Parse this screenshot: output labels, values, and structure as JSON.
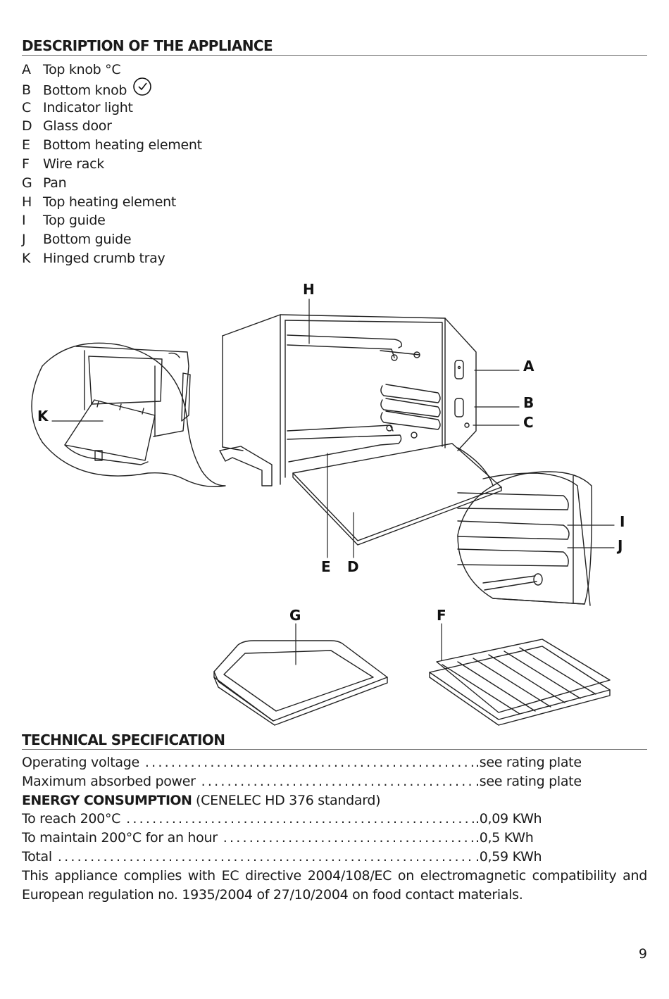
{
  "description": {
    "heading": "DESCRIPTION OF THE APPLIANCE",
    "parts": [
      {
        "letter": "A",
        "name": "Top knob °C"
      },
      {
        "letter": "B",
        "name": "Bottom knob"
      },
      {
        "letter": "C",
        "name": "Indicator light"
      },
      {
        "letter": "D",
        "name": "Glass door"
      },
      {
        "letter": "E",
        "name": "Bottom heating element"
      },
      {
        "letter": "F",
        "name": "Wire rack"
      },
      {
        "letter": "G",
        "name": "Pan"
      },
      {
        "letter": "H",
        "name": "Top heating element"
      },
      {
        "letter": "I",
        "name": "Top guide"
      },
      {
        "letter": "J",
        "name": "Bottom guide"
      },
      {
        "letter": "K",
        "name": "Hinged crumb tray"
      }
    ]
  },
  "diagram_labels": {
    "H": "H",
    "A": "A",
    "B": "B",
    "C": "C",
    "K": "K",
    "I": "I",
    "J": "J",
    "E": "E",
    "D": "D",
    "G": "G",
    "F": "F"
  },
  "tech": {
    "heading": "TECHNICAL SPECIFICATION",
    "rows_top": [
      {
        "label": "Operating voltage",
        "value": ".see rating plate"
      },
      {
        "label": "Maximum absorbed power",
        "value": ".see rating plate"
      }
    ],
    "energy_title": "ENERGY CONSUMPTION",
    "energy_note": " (CENELEC HD 376 standard)",
    "rows_energy": [
      {
        "label": "To reach 200°C",
        "value": ".0,09 KWh"
      },
      {
        "label": "To maintain 200°C for an hour",
        "value": ".0,5 KWh"
      },
      {
        "label": "Total",
        "value": ".0,59 KWh"
      }
    ],
    "compliance": "This appliance complies with EC directive 2004/108/EC on electromagnetic compatibility and European regulation no. 1935/2004 of 27/10/2004 on food contact materials."
  },
  "page_number": "9",
  "icons": {
    "bottom_knob": "clock-icon"
  }
}
